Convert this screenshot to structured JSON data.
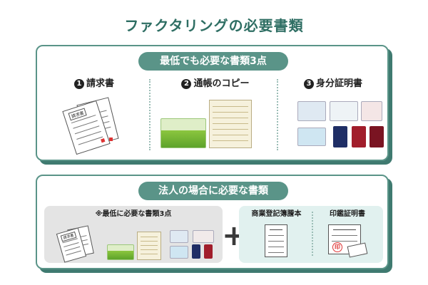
{
  "title": "ファクタリングの必要書類",
  "panel1": {
    "pill": "最低でも必要な書類3点",
    "columns": [
      {
        "num": "1",
        "label": "請求書"
      },
      {
        "num": "2",
        "label": "通帳のコピー"
      },
      {
        "num": "3",
        "label": "身分証明書"
      }
    ],
    "invoice_header": "請求書"
  },
  "panel2": {
    "pill": "法人の場合に必要な書類",
    "left_note": "※最低に必要な書類3点",
    "plus": "+",
    "right": [
      {
        "label": "商業登記簿謄本"
      },
      {
        "label": "印鑑証明書"
      }
    ],
    "invoice_header": "請求書",
    "seal": "印"
  },
  "colors": {
    "accent": "#5a9488",
    "title": "#2e6e63",
    "panel_shadow": "#3f7a70",
    "left_box": "#e4e4e4",
    "right_box": "#e1f1ef"
  }
}
